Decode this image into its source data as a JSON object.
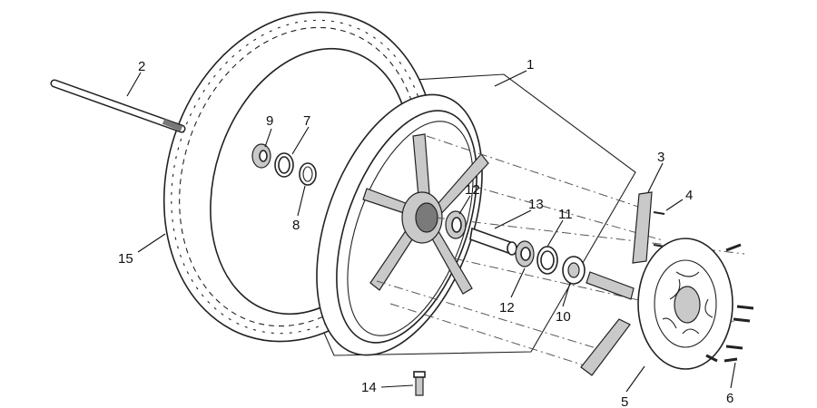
{
  "callouts": [
    {
      "id": "1",
      "label": "1"
    },
    {
      "id": "2",
      "label": "2"
    },
    {
      "id": "3",
      "label": "3"
    },
    {
      "id": "4",
      "label": "4"
    },
    {
      "id": "5",
      "label": "5"
    },
    {
      "id": "6",
      "label": "6"
    },
    {
      "id": "7",
      "label": "7"
    },
    {
      "id": "8",
      "label": "8"
    },
    {
      "id": "9",
      "label": "9"
    },
    {
      "id": "10",
      "label": "10"
    },
    {
      "id": "11",
      "label": "11"
    },
    {
      "id": "12a",
      "label": "12"
    },
    {
      "id": "12b",
      "label": "12"
    },
    {
      "id": "13",
      "label": "13"
    },
    {
      "id": "14",
      "label": "14"
    },
    {
      "id": "15",
      "label": "15"
    }
  ],
  "colors": {
    "line": "#222222",
    "fill": "#ffffff",
    "shade": "#c9c9c9"
  }
}
